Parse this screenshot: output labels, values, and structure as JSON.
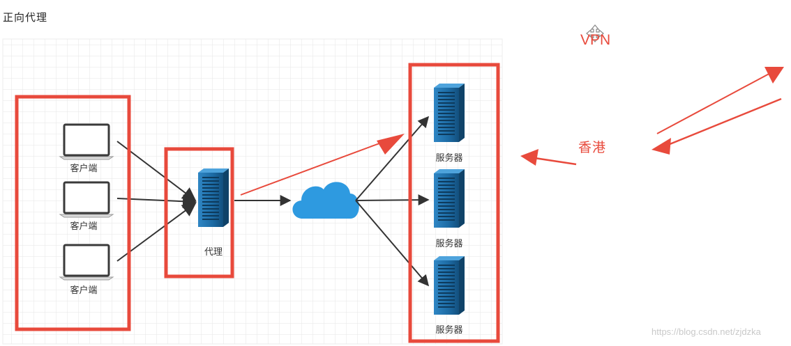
{
  "page": {
    "title": "正向代理",
    "watermark": "https://blog.csdn.net/zjdzka"
  },
  "diagram": {
    "clients": [
      {
        "label": "客户端"
      },
      {
        "label": "客户端"
      },
      {
        "label": "客户端"
      }
    ],
    "proxy": {
      "label": "代理"
    },
    "servers": [
      {
        "label": "服务器"
      },
      {
        "label": "服务器"
      },
      {
        "label": "服务器"
      }
    ]
  },
  "annotations": {
    "vpn": "VPN",
    "hongkong": "香港"
  },
  "colors": {
    "highlight": "#e84a3c",
    "server": "#1f74ad",
    "cloud": "#2e9ae0",
    "arrow": "#333333",
    "grid": "#e6e6e6"
  }
}
